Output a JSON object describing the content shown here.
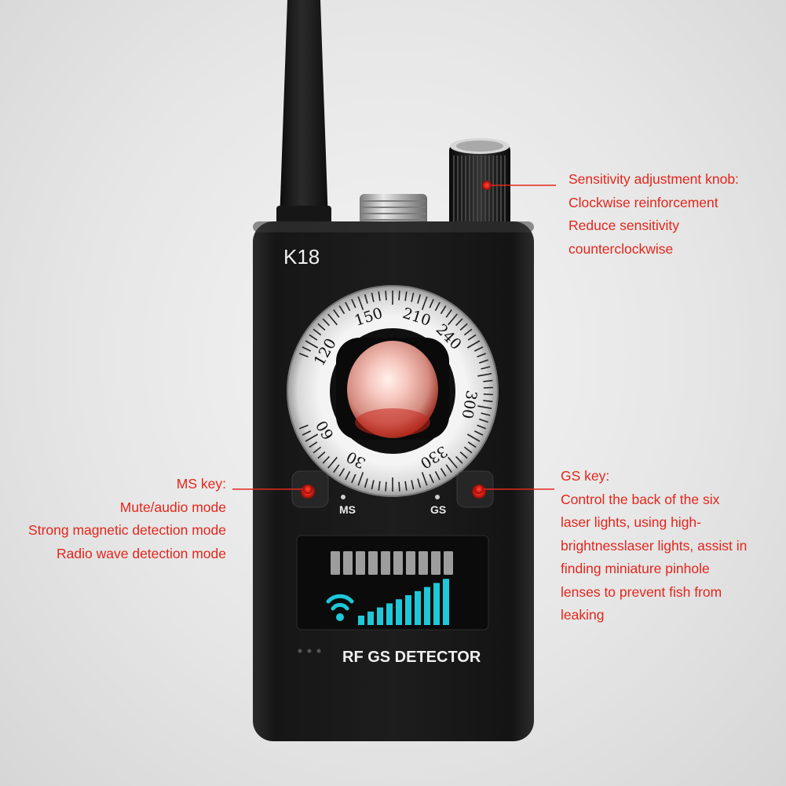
{
  "device": {
    "model": "K18",
    "dial_numbers": [
      "150",
      "210",
      "240",
      "300",
      "330",
      "30",
      "60",
      "120"
    ],
    "ms_label": "MS",
    "gs_label": "GS",
    "display_label": "RF GS DETECTOR",
    "meter_segments_total": 10,
    "signal_bars": 10
  },
  "annotations": {
    "knob": [
      "Sensitivity adjustment knob:",
      "Clockwise reinforcement",
      "Reduce sensitivity",
      "counterclockwise"
    ],
    "ms_key": [
      "MS key:",
      "Mute/audio mode",
      "Strong magnetic detection mode",
      "Radio wave detection mode"
    ],
    "gs_key": [
      "GS key:",
      "Control the back of the six",
      "laser lights, using high-",
      "brightnesslaser lights, assist in",
      "finding miniature pinhole",
      "lenses to prevent fish from",
      "leaking"
    ]
  },
  "colors": {
    "annotation": "#e3261c",
    "accent_cyan": "#1ec8d8",
    "body": "#1a1a1a"
  }
}
